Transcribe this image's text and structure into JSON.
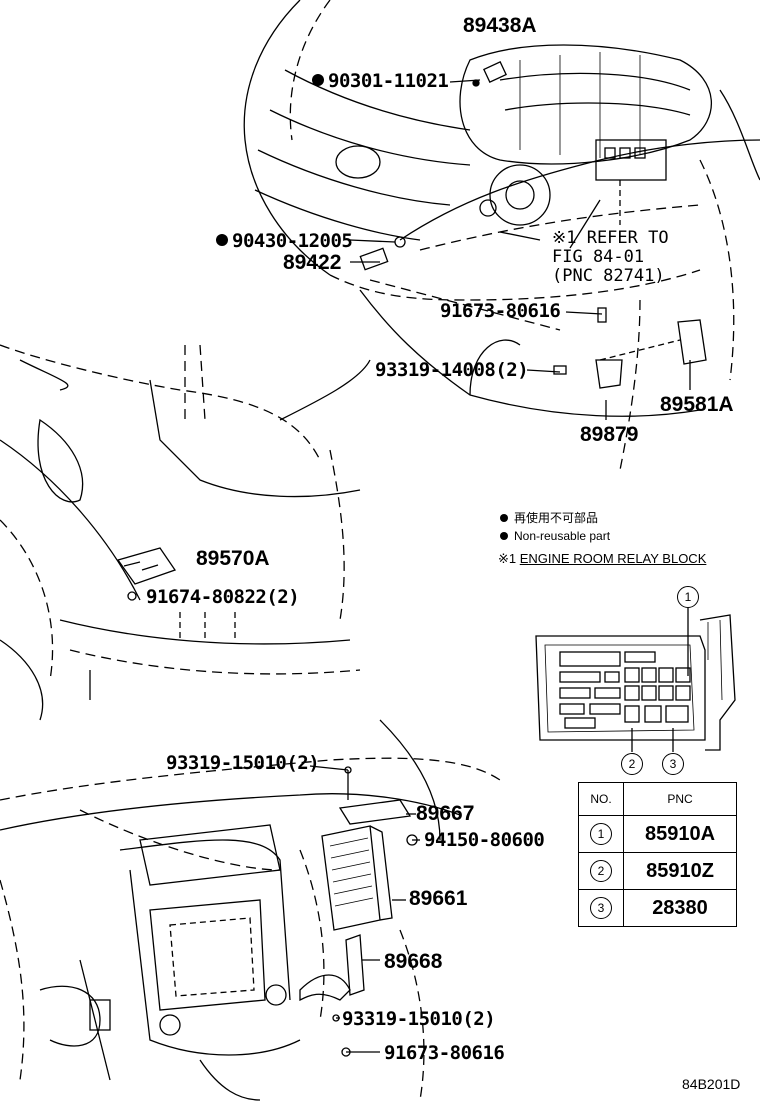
{
  "diagram": {
    "part_labels": {
      "p89438A": "89438A",
      "p90301": "90301-11021",
      "p90430": "90430-12005",
      "p89422": "89422",
      "p91673_top": "91673-80616",
      "p93319_14008": "93319-14008(2)",
      "p89581A": "89581A",
      "p89879": "89879",
      "p89570A": "89570A",
      "p91674": "91674-80822(2)",
      "p93319_15010_top": "93319-15010(2)",
      "p89667": "89667",
      "p94150": "94150-80600",
      "p89661": "89661",
      "p89668": "89668",
      "p93319_15010_bottom": "93319-15010(2)",
      "p91673_bottom": "91673-80616"
    },
    "refer_note": {
      "line1": "※1 REFER TO",
      "line2": "FIG 84-01",
      "line3": "(PNC 82741)"
    },
    "legend": {
      "jp": "再使用不可部品",
      "en": "Non-reusable part"
    },
    "relay_block_title": {
      "mark": "※1",
      "text": "ENGINE ROOM RELAY BLOCK"
    },
    "callouts": [
      "1",
      "2",
      "3"
    ],
    "table": {
      "headers": [
        "NO.",
        "PNC"
      ],
      "rows": [
        {
          "no": "1",
          "pnc": "85910A"
        },
        {
          "no": "2",
          "pnc": "85910Z"
        },
        {
          "no": "3",
          "pnc": "28380"
        }
      ]
    },
    "figure_id": "84B201D",
    "colors": {
      "ink": "#000000",
      "paper": "#ffffff"
    }
  }
}
